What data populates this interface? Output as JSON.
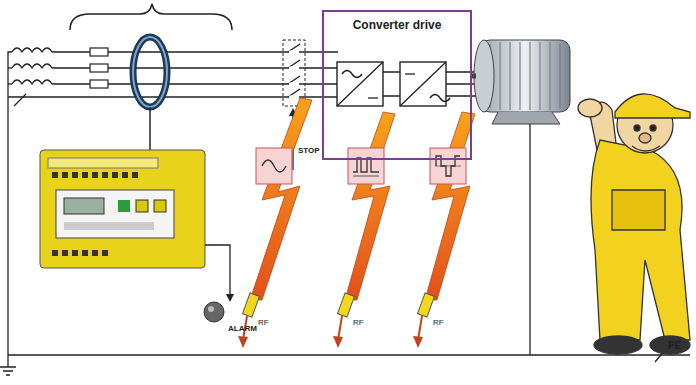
{
  "diagram": {
    "nodes": [
      {
        "text": [
          "Converter drive"
        ]
      }
    ],
    "labels": [
      "STOP",
      "ALARM",
      "RF",
      "RF",
      "RF",
      "PE"
    ]
  }
}
